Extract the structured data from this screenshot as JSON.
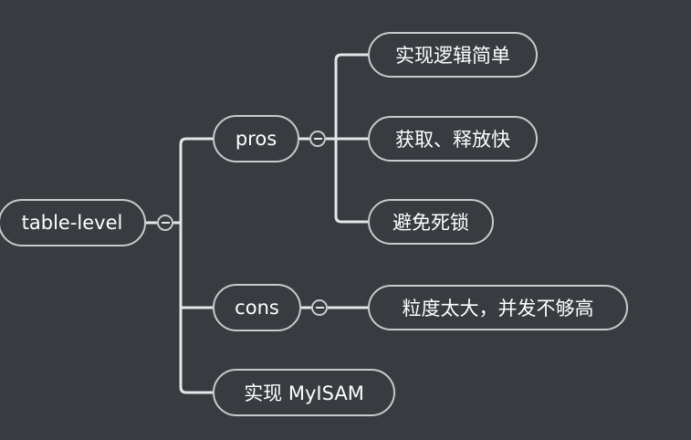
{
  "mindmap": {
    "root": {
      "label": "table-level",
      "collapsed": false,
      "children": [
        {
          "label": "pros",
          "collapsed": false,
          "children": [
            {
              "label": "实现逻辑简单"
            },
            {
              "label": "获取、释放快"
            },
            {
              "label": "避免死锁"
            }
          ]
        },
        {
          "label": "cons",
          "collapsed": false,
          "children": [
            {
              "label": "粒度太大，并发不够高"
            }
          ]
        },
        {
          "label": "实现 MyISAM"
        }
      ]
    }
  },
  "icons": {
    "collapse": "minus-circle-icon"
  },
  "colors": {
    "background": "#383b40",
    "node_border": "#c9cacc",
    "connector": "#e4e5e7",
    "text": "#ffffff"
  }
}
